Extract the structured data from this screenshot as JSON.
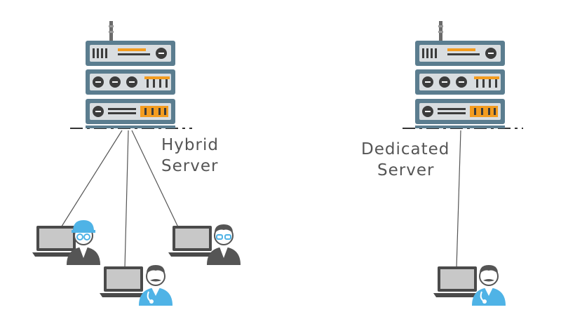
{
  "hybrid": {
    "label_line1": "Hybrid",
    "label_line2": "Server"
  },
  "dedicated": {
    "label_line1": "Dedicated",
    "label_line2": "Server"
  },
  "colors": {
    "server_panel": "#5b7d8f",
    "server_face": "#d9dde0",
    "server_dark": "#3c3c3c",
    "accent_orange": "#f39c1f",
    "laptop_frame": "#4a4a4a",
    "laptop_screen": "#c8c8c8",
    "person_blue": "#4fb3e6",
    "person_dark": "#555555",
    "link_line": "#555555"
  },
  "icons": [
    "server-rack-icon",
    "laptop-icon",
    "engineer-icon",
    "doctor-icon",
    "user-glasses-icon"
  ]
}
